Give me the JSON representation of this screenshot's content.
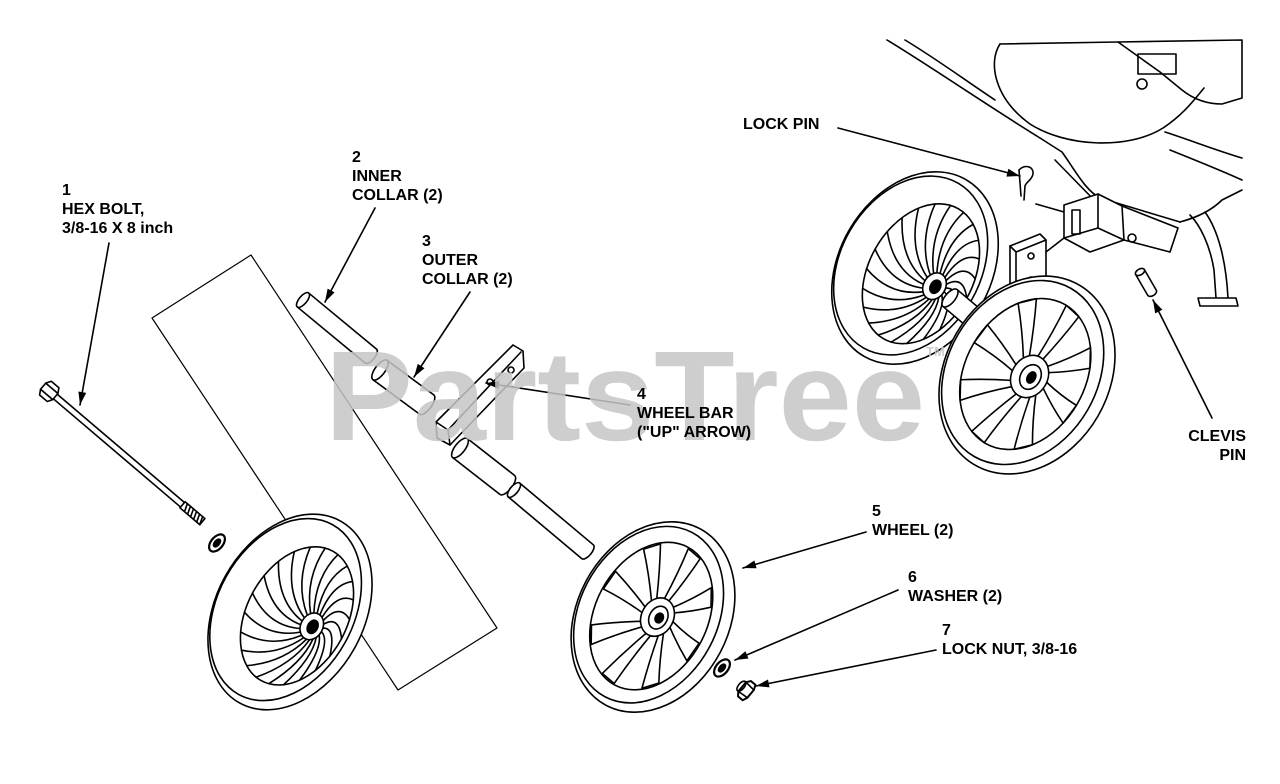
{
  "watermark": {
    "text": "PartsTree",
    "trademark": "TM"
  },
  "callouts": [
    {
      "number": "1",
      "lines": [
        "HEX BOLT,",
        "3/8-16 X 8 inch"
      ]
    },
    {
      "number": "2",
      "lines": [
        "INNER",
        "COLLAR (2)"
      ]
    },
    {
      "number": "3",
      "lines": [
        "OUTER",
        "COLLAR (2)"
      ]
    },
    {
      "number": "4",
      "lines": [
        "WHEEL BAR",
        "(\"UP\" ARROW)"
      ]
    },
    {
      "number": "5",
      "lines": [
        "WHEEL (2)"
      ]
    },
    {
      "number": "6",
      "lines": [
        "WASHER (2)"
      ]
    },
    {
      "number": "7",
      "lines": [
        "LOCK NUT, 3/8-16"
      ]
    }
  ],
  "assembly_labels": {
    "lock_pin": "LOCK PIN",
    "clevis_pin": [
      "CLEVIS",
      "PIN"
    ]
  },
  "colors": {
    "background": "#ffffff",
    "line_art": "#000000",
    "watermark": "#c6c6c6"
  }
}
